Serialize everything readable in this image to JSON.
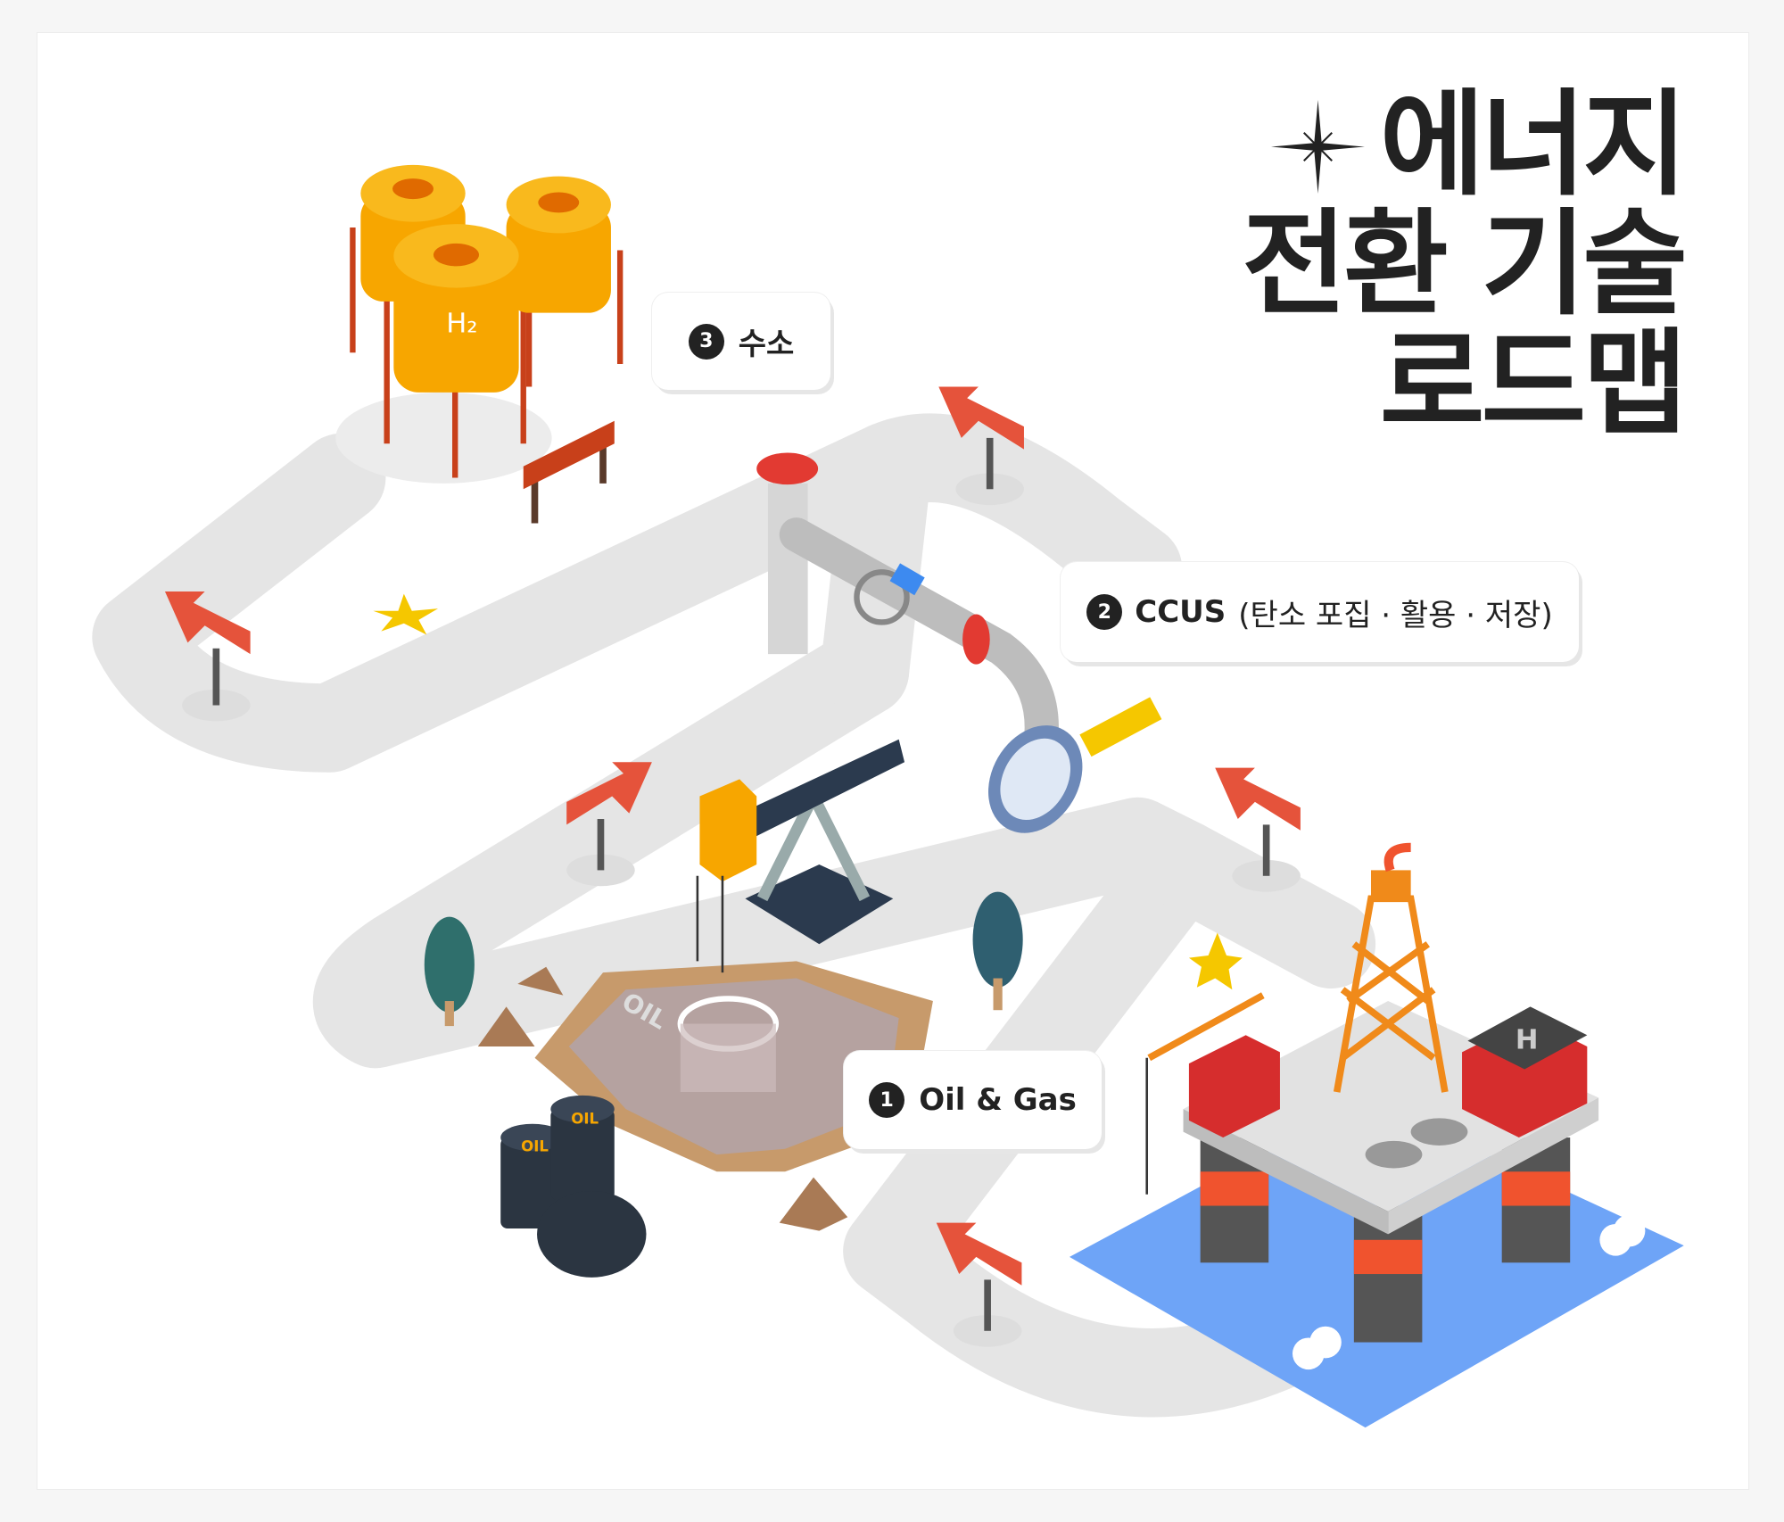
{
  "title": {
    "lines": [
      "에너지",
      "전환 기술",
      "로드맵"
    ]
  },
  "steps": [
    {
      "number": "1",
      "label": "Oil & Gas",
      "detail": ""
    },
    {
      "number": "2",
      "label": "CCUS",
      "detail": "(탄소 포집 · 활용 · 저장)"
    },
    {
      "number": "3",
      "label": "수소",
      "detail": ""
    }
  ],
  "illustration": {
    "tank_label": "H₂",
    "barrel_label": "OIL",
    "pit_label": "OIL",
    "helipad_label": "H"
  },
  "colors": {
    "road": "#e5e5e5",
    "arrow": "#e5533b",
    "tank": "#f7a600",
    "water": "#6ea4f7",
    "text": "#222222"
  }
}
